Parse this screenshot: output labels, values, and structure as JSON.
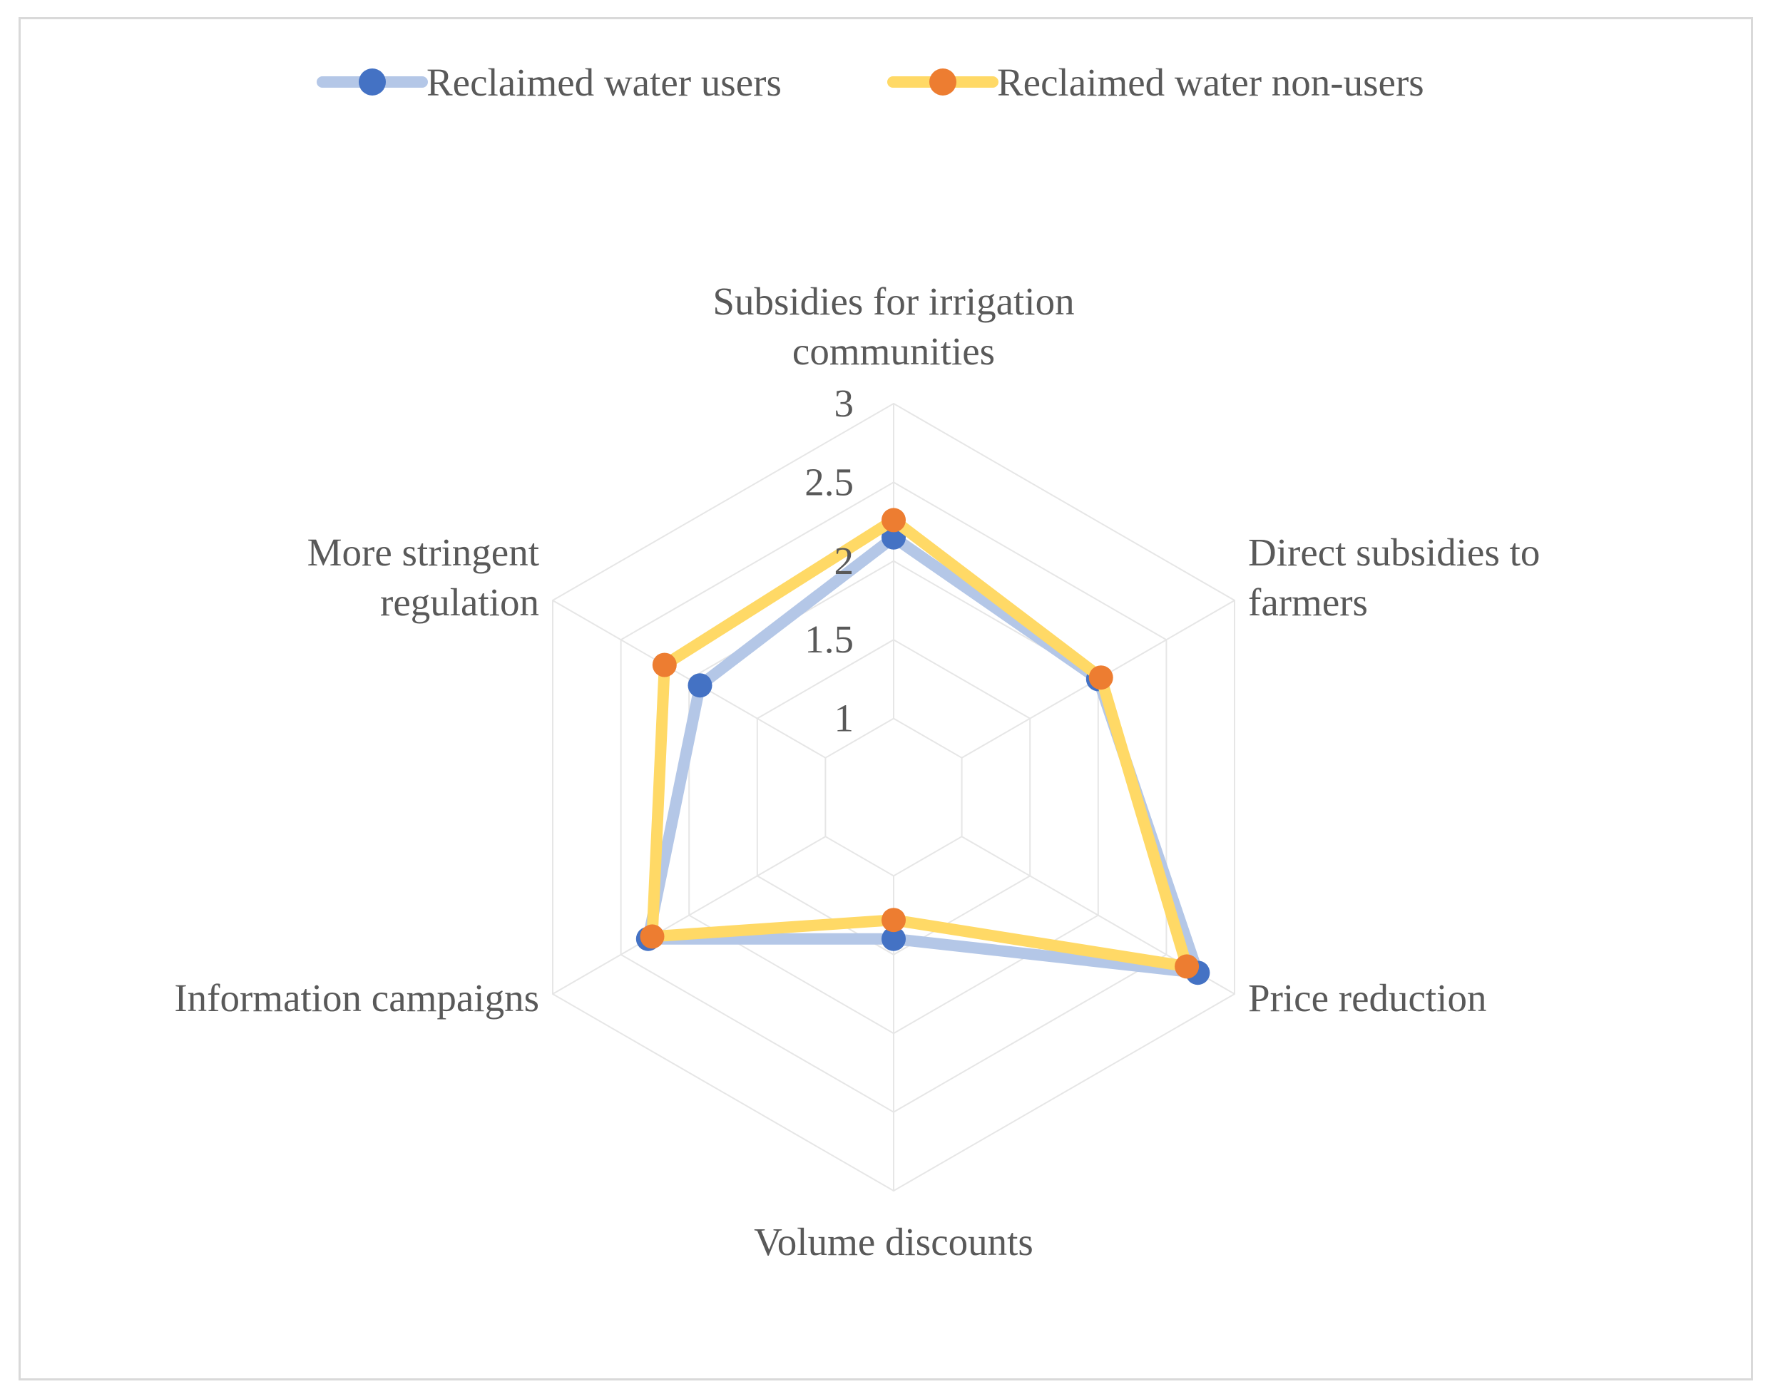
{
  "chart_data": {
    "type": "radar",
    "categories": [
      [
        "Subsidies for irrigation",
        "communities"
      ],
      [
        "Direct subsidies to",
        "farmers"
      ],
      [
        "Price reduction"
      ],
      [
        "Volume discounts"
      ],
      [
        "Information campaigns"
      ],
      [
        "More stringent",
        "regulation"
      ]
    ],
    "series": [
      {
        "name": "Reclaimed water users",
        "values": [
          2.15,
          2.0,
          2.73,
          1.4,
          2.3,
          1.92
        ],
        "line_color": "#b4c7e7",
        "marker_color": "#4472c4"
      },
      {
        "name": "Reclaimed water non-users",
        "values": [
          2.26,
          2.02,
          2.65,
          1.28,
          2.27,
          2.18
        ],
        "line_color": "#ffd966",
        "marker_color": "#ed7d31"
      }
    ],
    "rlim": [
      0.5,
      3.0
    ],
    "ticks": [
      "1",
      "1.5",
      "2",
      "2.5",
      "3"
    ],
    "tick_values": [
      1.0,
      1.5,
      2.0,
      2.5,
      3.0
    ],
    "grid": true,
    "legend": "top",
    "grid_color": "#e6e6e6"
  }
}
